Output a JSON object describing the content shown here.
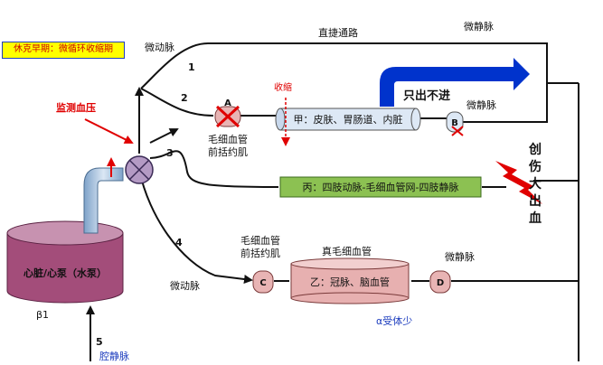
{
  "badge": {
    "text": "休克早期：微循环收缩期"
  },
  "labels": {
    "shortcut": "直捷通路",
    "venule_top": "微静脉",
    "arteriole_top": "微动脉",
    "only_out": "只出不进",
    "contract": "收缩",
    "monitor": "监测血压",
    "sphincter_a_line1": "毛细血管",
    "sphincter_a_line2": "前括约肌",
    "sphincter_c_line1": "毛细血管",
    "sphincter_c_line2": "前括约肌",
    "true_capillary": "真毛细血管",
    "venule_mid": "微静脉",
    "venule_bottom": "微静脉",
    "arteriole_bottom": "微动脉",
    "alpha": "α受体少",
    "beta": "β1",
    "vena": "腔静脉",
    "bleed": [
      "创",
      "伤",
      "大",
      "出",
      "血"
    ],
    "heart": "心脏/心泵（水泵）"
  },
  "vessels": {
    "jia": "甲：皮肤、胃肠道、内脏",
    "bing": "丙：四肢动脉-毛细血管网-四肢静脉",
    "yi": "乙：冠脉、脑血管"
  },
  "valves": {
    "a": "A",
    "b": "B",
    "c": "C",
    "d": "D"
  },
  "paths": {
    "p1": "1",
    "p2": "2",
    "p3": "3",
    "p4": "4",
    "p5": "5"
  },
  "colors": {
    "heart_fill": "#a34d7a",
    "heart_top": "#c792b0",
    "jia_fill": "#dde8f5",
    "bing_fill": "#8cc152",
    "yi_fill": "#e7b0b0",
    "valve_fill": "#e8b4b4",
    "blue_arrow": "#0033cc",
    "red": "#e00000"
  }
}
